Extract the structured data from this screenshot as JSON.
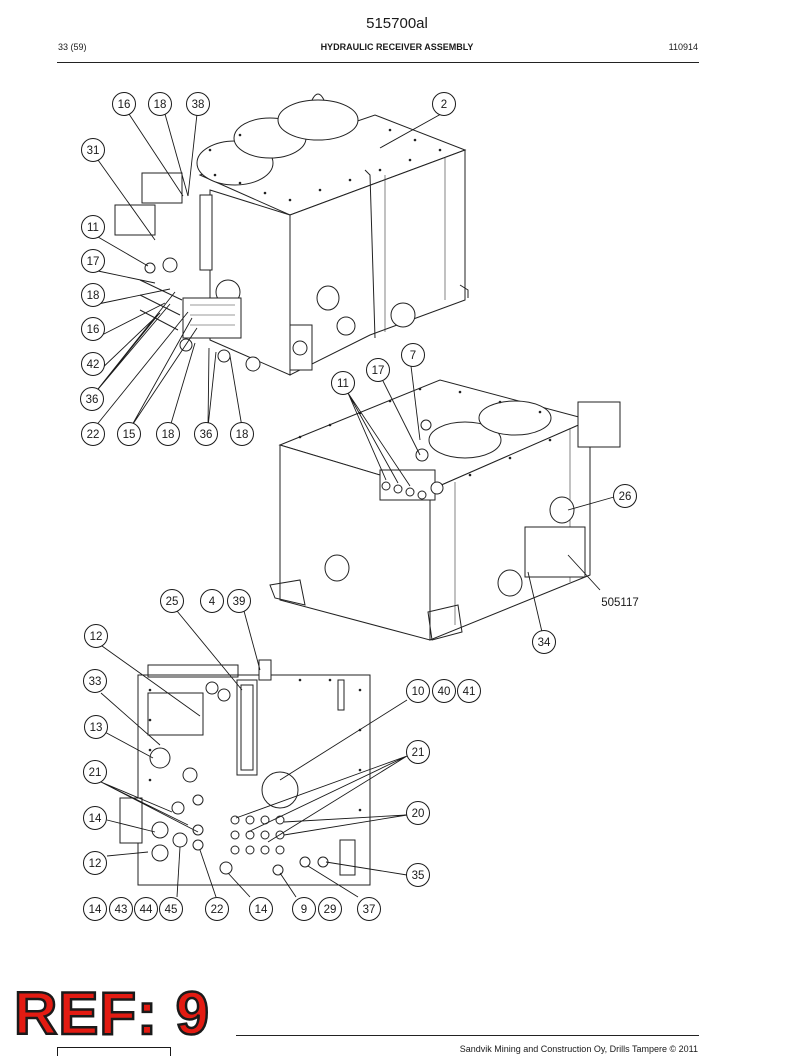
{
  "header": {
    "document_number": "515700al",
    "page_counter": "33 (59)",
    "title": "HYDRAULIC RECEIVER ASSEMBLY",
    "date_code": "110914"
  },
  "callouts": [
    "16",
    "18",
    "38",
    "2",
    "31",
    "11",
    "17",
    "18",
    "16",
    "42",
    "36",
    "22",
    "15",
    "18",
    "36",
    "18",
    "7",
    "17",
    "11",
    "26",
    "34",
    "25",
    "4",
    "39",
    "12",
    "33",
    "13",
    "21",
    "14",
    "12",
    "10",
    "40",
    "41",
    "21",
    "20",
    "35",
    "14",
    "43",
    "44",
    "45",
    "22",
    "14",
    "9",
    "29",
    "37"
  ],
  "reference_text": "505117",
  "footer": {
    "stamp": "REF: 9",
    "copyright": "Sandvik Mining and Construction Oy, Drills Tampere © 2011"
  }
}
